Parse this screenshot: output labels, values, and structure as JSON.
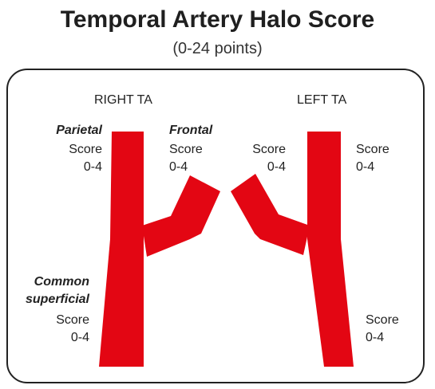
{
  "title": "Temporal Artery Halo Score",
  "subtitle": "(0-24 points)",
  "right_ta": {
    "header": "RIGHT TA",
    "parietal": {
      "name": "Parietal",
      "score": "Score",
      "range": "0-4"
    },
    "frontal": {
      "name": "Frontal",
      "score": "Score",
      "range": "0-4"
    },
    "common": {
      "name_line1": "Common",
      "name_line2": "superficial",
      "score": "Score",
      "range": "0-4"
    }
  },
  "left_ta": {
    "header": "LEFT TA",
    "frontal": {
      "score": "Score",
      "range": "0-4"
    },
    "parietal": {
      "score": "Score",
      "range": "0-4"
    },
    "common": {
      "score": "Score",
      "range": "0-4"
    }
  },
  "colors": {
    "artery": "#e30613",
    "frame": "#222222"
  }
}
